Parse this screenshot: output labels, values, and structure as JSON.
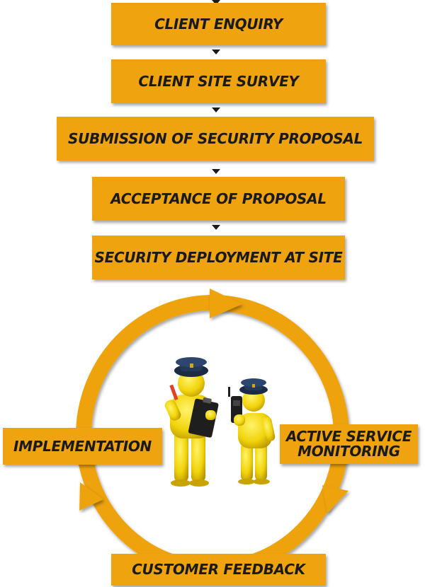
{
  "flow_steps": [
    "CLIENT ENQUIRY",
    "CLIENT SITE SURVEY",
    "SUBMISSION OF SECURITY PROPOSAL",
    "ACCEPTANCE OF PROPOSAL",
    "SECURITY DEPLOYMENT AT SITE"
  ],
  "cycle": {
    "implementation": "IMPLEMENTATION",
    "active_service_line1": "ACTIVE SERVICE",
    "active_service_line2": "MONITORING",
    "customer_feedback": "CUSTOMER FEEDBACK"
  },
  "colors": {
    "accent": "#eea30f",
    "text": "#1a1a1a",
    "figure": "#f1d40c",
    "cap": "#1c2b45"
  },
  "icons": [
    "security-guard-clipboard-icon",
    "security-guard-radio-icon"
  ]
}
